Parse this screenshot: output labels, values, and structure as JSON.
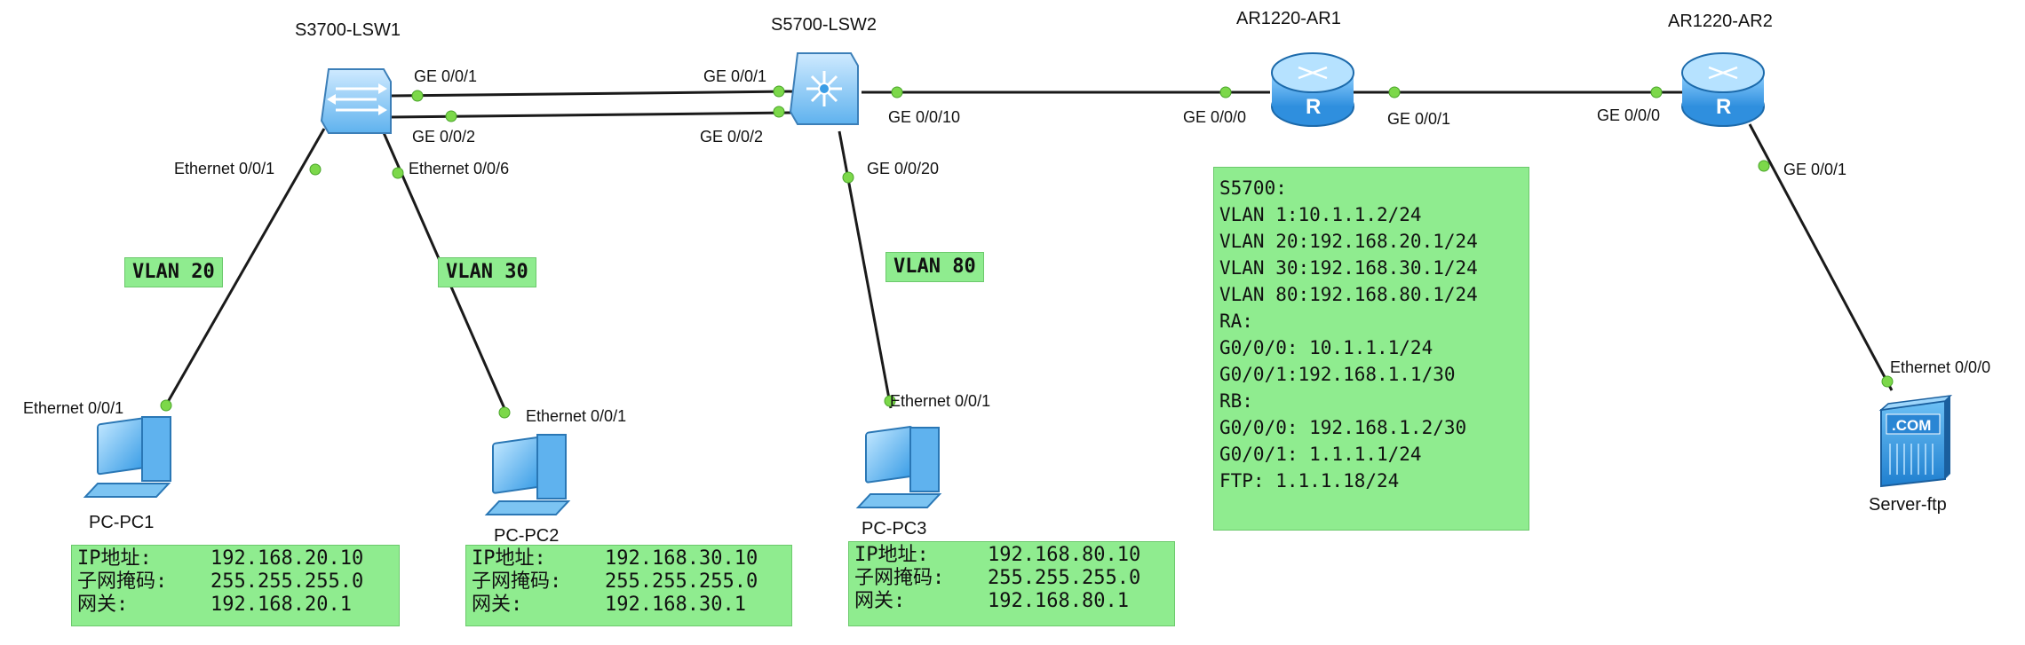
{
  "devices": {
    "lsw1": "S3700-LSW1",
    "lsw2": "S5700-LSW2",
    "ar1": "AR1220-AR1",
    "ar2": "AR1220-AR2",
    "pc1": "PC-PC1",
    "pc2": "PC-PC2",
    "pc3": "PC-PC3",
    "server": "Server-ftp"
  },
  "ports": {
    "lsw1_ge1": "GE 0/0/1",
    "lsw1_ge2": "GE 0/0/2",
    "lsw2_ge1": "GE 0/0/1",
    "lsw2_ge2": "GE 0/0/2",
    "lsw2_ge10": "GE 0/0/10",
    "lsw2_ge20": "GE 0/0/20",
    "ar1_ge0": "GE 0/0/0",
    "ar1_ge1": "GE 0/0/1",
    "ar2_ge0": "GE 0/0/0",
    "ar2_ge1": "GE 0/0/1",
    "lsw1_eth1": "Ethernet 0/0/1",
    "lsw1_eth6": "Ethernet 0/0/6",
    "pc1_eth": "Ethernet 0/0/1",
    "pc2_eth": "Ethernet 0/0/1",
    "pc3_eth": "Ethernet 0/0/1",
    "server_eth": "Ethernet 0/0/0"
  },
  "vlans": {
    "v20": "VLAN 20",
    "v30": "VLAN 30",
    "v80": "VLAN 80"
  },
  "config": [
    "S5700:",
    "VLAN 1:10.1.1.2/24",
    "VLAN 20:192.168.20.1/24",
    "VLAN 30:192.168.30.1/24",
    "VLAN 80:192.168.80.1/24",
    "RA:",
    "G0/0/0: 10.1.1.1/24",
    "G0/0/1:192.168.1.1/30",
    "RB:",
    "G0/0/0: 192.168.1.2/30",
    "G0/0/1: 1.1.1.1/24",
    "FTP: 1.1.1.18/24"
  ],
  "pc_info": {
    "pc1": {
      "ip_label": "IP地址:",
      "ip": "192.168.20.10",
      "mask_label": "子网掩码:",
      "mask": "255.255.255.0",
      "gw_label": "网关:",
      "gw": "192.168.20.1"
    },
    "pc2": {
      "ip_label": "IP地址:",
      "ip": "192.168.30.10",
      "mask_label": "子网掩码:",
      "mask": "255.255.255.0",
      "gw_label": "网关:",
      "gw": "192.168.30.1"
    },
    "pc3": {
      "ip_label": "IP地址:",
      "ip": "192.168.80.10",
      "mask_label": "子网掩码:",
      "mask": "255.255.255.0",
      "gw_label": "网关:",
      "gw": "192.168.80.1"
    }
  },
  "server_icon_text": ".COM",
  "router_icon_text": "R",
  "colors": {
    "note_bg": "#8fec8f",
    "port_dot": "#7cd84a",
    "device_blue": "#3aa0e8"
  }
}
